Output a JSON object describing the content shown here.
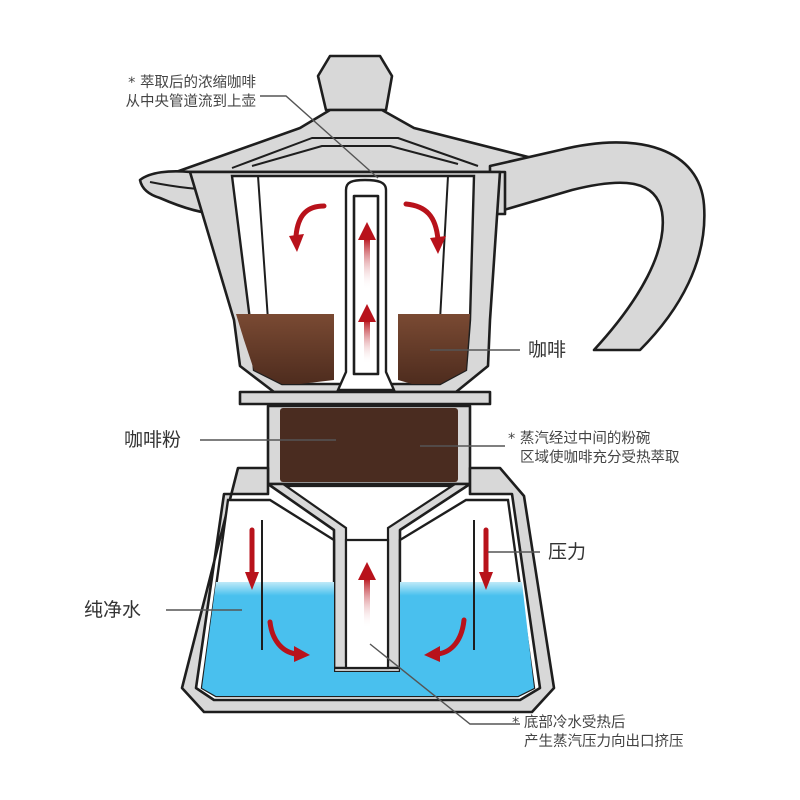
{
  "colors": {
    "outline": "#1e1e1e",
    "wall": "#d8d8d8",
    "coffee": "#7a4a33",
    "coffee_dark": "#4e2c1e",
    "grounds": "#4a2c20",
    "water_top": "#bfe9f8",
    "water": "#49c0ee",
    "arrow": "#b8121b",
    "leader": "#555555"
  },
  "labels": {
    "coffee": "咖啡",
    "grounds": "咖啡粉",
    "pressure": "压力",
    "water": "纯净水"
  },
  "notes": {
    "top": [
      "* 萃取后的浓缩咖啡",
      "从中央管道流到上壶"
    ],
    "middle": [
      "* 蒸汽经过中间的粉碗",
      "区域使咖啡充分受热萃取"
    ],
    "bottom": [
      "* 底部冷水受热后",
      "产生蒸汽压力向出口挤压"
    ]
  }
}
